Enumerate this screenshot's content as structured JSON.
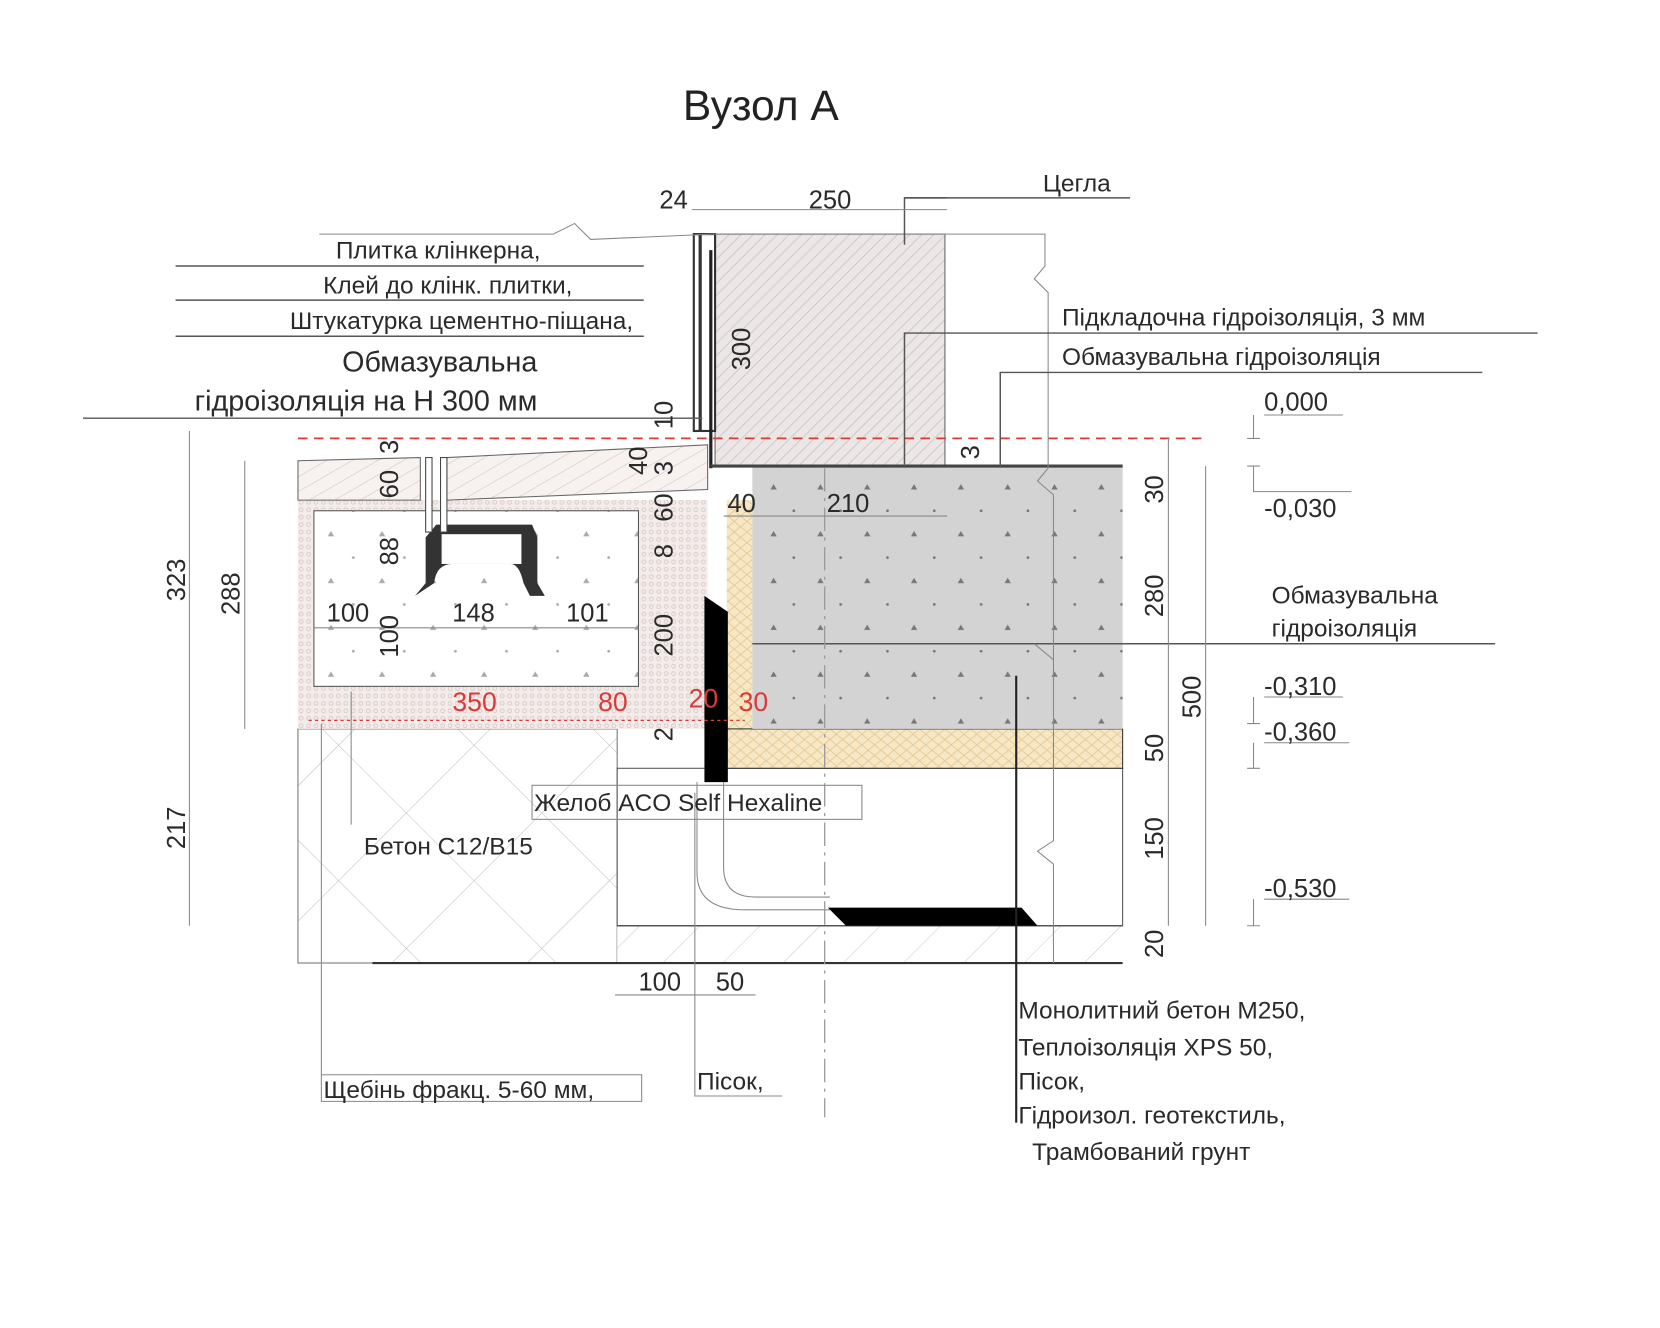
{
  "title": "Вузол А",
  "labels": {
    "clinker_tile": "Плитка клінкерна,",
    "tile_glue": "Клей до клінк. плитки,",
    "plaster": "Штукатурка цементно-піщана,",
    "coating_wp_line1": "Обмазувальна",
    "coating_wp_line2": "гідроізоляція на Н 300 мм",
    "brick": "Цегла",
    "underlay_wp": "Підкладочна гідроізоляція, 3 мм",
    "coating_wp_right": "Обмазувальна гідроізоляція",
    "coating_wp2_line1": "Обмазувальна",
    "coating_wp2_line2": "гідроізоляція",
    "channel": "Желоб ACO Self Hexaline",
    "concrete": "Бетон C12/B15",
    "gravel": "Щебінь фракц. 5-60 мм,",
    "sand": "Пісок,",
    "stack": [
      "Монолитний бетон М250,",
      "Теплоізоляція XPS 50,",
      "Пісок,",
      "Гідроизол. геотекстиль,",
      "Трамбований грунт"
    ]
  },
  "levels": [
    "0,000",
    "-0,030",
    "-0,310",
    "-0,360",
    "-0,530"
  ],
  "dims": {
    "h_24": "24",
    "h_250": "250",
    "h_40": "40",
    "h_210": "210",
    "h_100a": "100",
    "h_148": "148",
    "h_101": "101",
    "h_100b": "100",
    "h_50": "50",
    "v_323": "323",
    "v_288": "288",
    "v_217": "217",
    "v_3a": "3",
    "v_60a": "60",
    "v_88": "88",
    "v_100": "100",
    "v_10": "10",
    "v_40": "40",
    "v_3b": "3",
    "v_60b": "60",
    "v_8": "8",
    "v_200": "200",
    "v_2": "2",
    "v_300": "300",
    "v_3c": "3",
    "v_30": "30",
    "v_280": "280",
    "v_50": "50",
    "v_150": "150",
    "v_20": "20",
    "v_500": "500"
  },
  "red_dims": {
    "d350": "350",
    "d80": "80",
    "d20": "20",
    "d30": "30"
  },
  "colors": {
    "accent_red": "#d93a3a",
    "slab": "#d3d3d3",
    "xps": "#f6e8c6",
    "brick": "#ece6e6"
  }
}
